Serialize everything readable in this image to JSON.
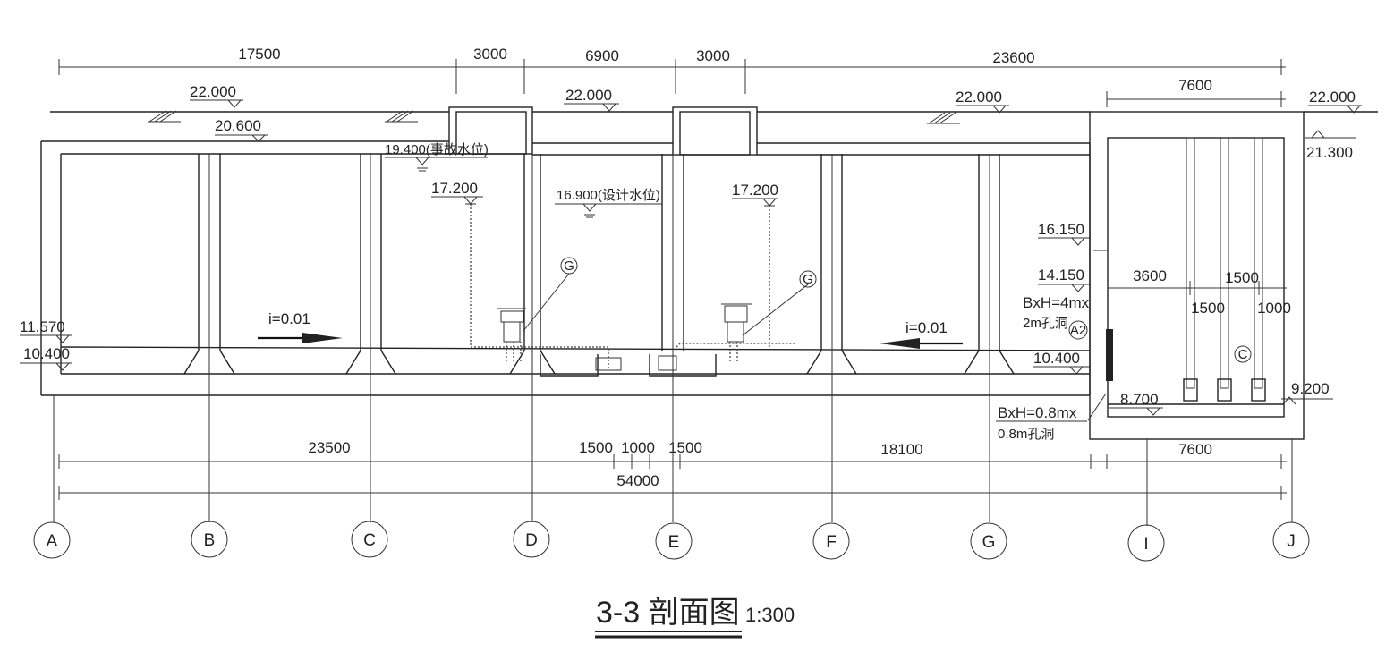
{
  "title": {
    "main": "3-3 剖面图",
    "scale": "1:300"
  },
  "top_dimensions": [
    "17500",
    "3000",
    "6900",
    "3000",
    "23600",
    "7600"
  ],
  "bottom_dimensions": {
    "d23500": "23500",
    "d1500a": "1500",
    "d1000": "1000",
    "d1500b": "1500",
    "d18100": "18100",
    "d7600": "7600",
    "total": "54000"
  },
  "elevations": {
    "ground_left": "22.000",
    "roof_left": "20.600",
    "emergency_level": "19.400(事故水位)",
    "ground_mid": "22.000",
    "pipe_top_left": "17.200",
    "design_level": "16.900(设计水位)",
    "pipe_top_right": "17.200",
    "ground_right": "22.000",
    "ground_far": "22.000",
    "pump_top": "21.300",
    "opening_top": "16.150",
    "opening_mid": "14.150",
    "floor_left_top": "11.570",
    "floor_left": "10.400",
    "floor_right": "10.400",
    "pump_floor": "8.700",
    "pump_sump": "9.200"
  },
  "slopes": {
    "left": "i=0.01",
    "right": "i=0.01"
  },
  "pump_room": {
    "dim_3600": "3600",
    "dim_1500_top": "1500",
    "dim_1500_side": "1500",
    "dim_1000": "1000",
    "opening_large_1": "BxH=4mx",
    "opening_large_2": "2m孔洞",
    "opening_small_1": "BxH=0.8mx",
    "opening_small_2": "0.8m孔洞",
    "tag_a2": "A2",
    "tag_c": "C"
  },
  "equipment_tags": [
    "G",
    "G"
  ],
  "axes": [
    "A",
    "B",
    "C",
    "D",
    "E",
    "F",
    "G",
    "I",
    "J"
  ]
}
